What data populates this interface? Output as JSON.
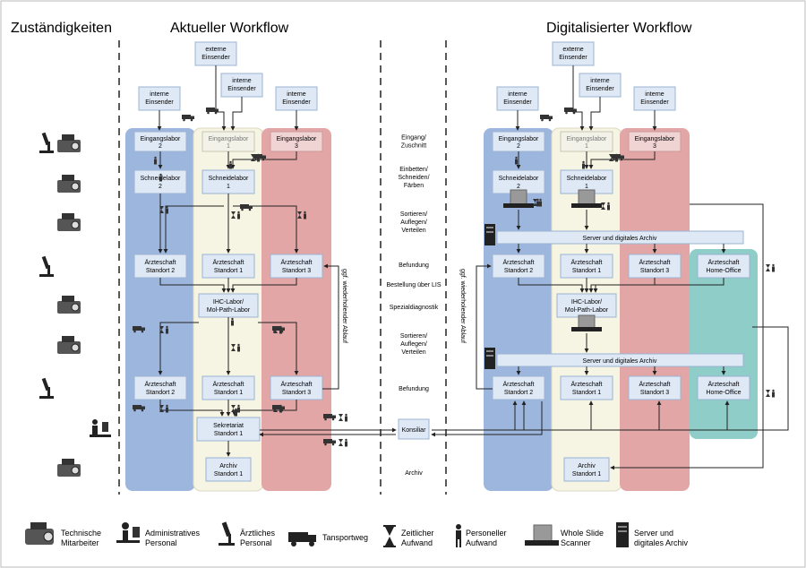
{
  "headings": {
    "responsibilities": "Zuständigkeiten",
    "current": "Aktueller Workflow",
    "digital": "Digitalisierter Workflow"
  },
  "left": {
    "external": [
      "externe",
      "Einsender"
    ],
    "internal": [
      "interne",
      "Einsender"
    ],
    "eingangslabor2": [
      "Eingangslabor",
      "2"
    ],
    "eingangslabor1": [
      "Eingangslabor",
      "1"
    ],
    "eingangslabor3": [
      "Eingangslabor",
      "3"
    ],
    "schneidelabor2": [
      "Schneidelabor",
      "2"
    ],
    "schneidelabor1": [
      "Schneidelabor",
      "1"
    ],
    "arzt_s2": [
      "Ärzteschaft",
      "Standort 2"
    ],
    "arzt_s1": [
      "Ärzteschaft",
      "Standort 1"
    ],
    "arzt_s3": [
      "Ärzteschaft",
      "Standort 3"
    ],
    "ihc": [
      "IHC-Labor/",
      "Mol-Path-Labor"
    ],
    "sekretariat": [
      "Sekretariat",
      "Standort 1"
    ],
    "archiv": [
      "Archiv",
      "Standort 1"
    ],
    "loop": "ggf. wiederholender Ablauf"
  },
  "middle": {
    "steps": [
      [
        "Eingang/",
        "Zuschnitt"
      ],
      [
        "Einbetten/",
        "Schneiden/",
        "Färben"
      ],
      [
        "Sortieren/",
        "Auflegen/",
        "Verteilen"
      ],
      [
        "Befundung"
      ],
      [
        "Bestellung über LIS"
      ],
      [
        "Spezialdiagnostik"
      ],
      [
        "Sortieren/",
        "Auflegen/",
        "Verteilen"
      ],
      [
        "Befundung"
      ],
      [
        "Archiv"
      ]
    ],
    "konsiliar": "Konsiliar"
  },
  "right": {
    "external": [
      "externe",
      "Einsender"
    ],
    "internal": [
      "interne",
      "Einsender"
    ],
    "eingangslabor2": [
      "Eingangslabor",
      "2"
    ],
    "eingangslabor1": [
      "Eingangslabor",
      "1"
    ],
    "eingangslabor3": [
      "Eingangslabor",
      "3"
    ],
    "schneidelabor2": [
      "Schneidelabor",
      "2"
    ],
    "schneidelabor1": [
      "Schneidelabor",
      "1"
    ],
    "server": "Server und digitales Archiv",
    "arzt_s2": [
      "Ärzteschaft",
      "Standort 2"
    ],
    "arzt_s1": [
      "Ärzteschaft",
      "Standort 1"
    ],
    "arzt_s3": [
      "Ärzteschaft",
      "Standort 3"
    ],
    "arzt_ho": [
      "Ärzteschaft",
      "Home-Office"
    ],
    "ihc": [
      "IHC-Labor/",
      "Mol-Path-Labor"
    ],
    "archiv": [
      "Archiv",
      "Standort 1"
    ],
    "loop": "ggf. wiederholender Ablauf"
  },
  "legend": {
    "tech": [
      "Technische",
      "Mitarbeiter"
    ],
    "admin": [
      "Administratives",
      "Personal"
    ],
    "doctor": [
      "Ärztliches",
      "Personal"
    ],
    "transport": "Tansportweg",
    "time": [
      "Zeitlicher",
      "Aufwand"
    ],
    "personnel": [
      "Personeller",
      "Aufwand"
    ],
    "scanner": [
      "Whole Slide",
      "Scanner"
    ],
    "serverarchive": [
      "Server und",
      "digitales Archiv"
    ]
  },
  "colors": {
    "blue": "#9db6de",
    "cream": "#f6f4e3",
    "red": "#e3a6a6",
    "teal": "#8ecdc8",
    "box": "#dfe9f6",
    "boxstroke": "#9bb4d3"
  }
}
